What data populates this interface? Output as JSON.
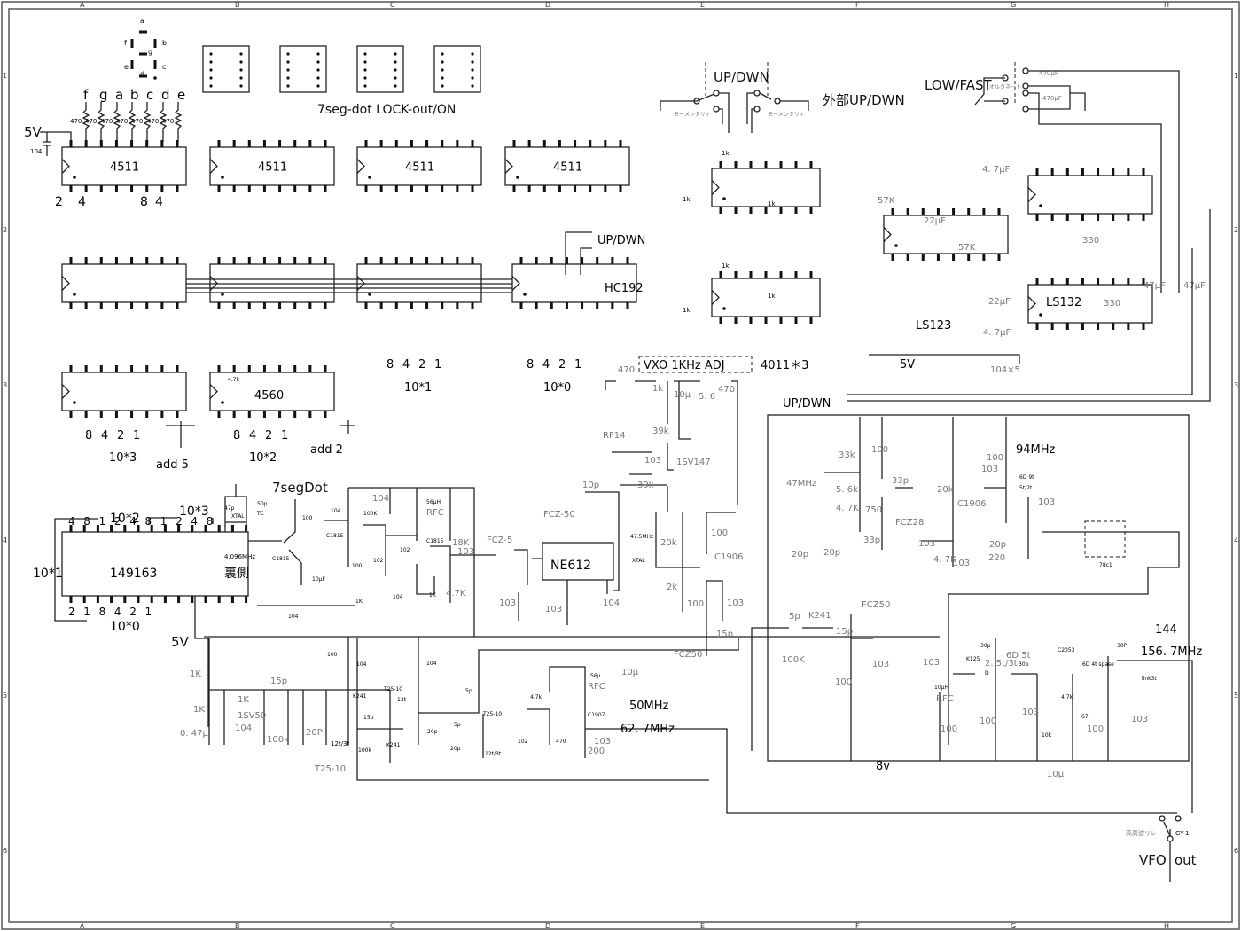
{
  "sheet": {
    "grid_columns": [
      "A",
      "B",
      "C",
      "D",
      "E",
      "F",
      "G",
      "H"
    ],
    "grid_rows": [
      "1",
      "2",
      "3",
      "4",
      "5",
      "6"
    ]
  },
  "seven_segment": {
    "segments": [
      "a",
      "b",
      "c",
      "d",
      "e",
      "f",
      "g"
    ],
    "pin_labels": [
      "f",
      "g",
      "a",
      "b",
      "c",
      "d",
      "e"
    ],
    "resistor_value": "470",
    "supply": "5V",
    "bypass_cap": "104",
    "lock_label": "7seg-dot LOCK-out/ON"
  },
  "decoders": {
    "chip": "4511",
    "count": 4,
    "bcd_pin_labels": [
      "2",
      "4",
      "8",
      "4"
    ]
  },
  "counters": {
    "bcd_labels": [
      "8",
      "4",
      "2",
      "1"
    ],
    "digits": [
      "10*3",
      "10*2",
      "10*1",
      "10*0"
    ],
    "adder_chip": "4560",
    "adder_resistor": "4.7k",
    "add_labels": [
      "add 5",
      "add 2"
    ],
    "counter_chip": "HC192",
    "updown_label": "UP/DWN"
  },
  "prescaler": {
    "chip": "149163",
    "back_side_label": "裏側",
    "top_pins": [
      "4",
      "8",
      "1",
      "2",
      "4",
      "8",
      "1",
      "2",
      "4",
      "8"
    ],
    "bottom_pins": [
      "2",
      "1",
      "8",
      "4",
      "2",
      "1"
    ],
    "groups": [
      "10*2",
      "10*3",
      "10*1",
      "10*0"
    ],
    "crystal": "XTAL",
    "crystal_freq": "4.096MHz",
    "cap_47p": "47p",
    "trimmer": "50p",
    "trimmer_type": "TC",
    "dot_driver": "7segDot",
    "dot_resistor": "100",
    "dot_transistor": "C1815",
    "dot_cap": "10μF",
    "coupling_cap": "104",
    "supply": "5V"
  },
  "control_logic": {
    "updown_switch_label": "UP/DWN",
    "momentary_label": "モーメンタリィ",
    "external_label": "外部UP/DWN",
    "lowfast_label": "LOW/FAST",
    "alternate_label": "オルタネート",
    "cap_470": "470μF",
    "resistor_1k": "1k",
    "resistor_57k": "57K",
    "cap_22": "22μF",
    "cap_47": "4. 7μF",
    "cap_47u": "47μF",
    "resistor_330": "330",
    "chip_ls123": "LS123",
    "chip_ls132": "LS132",
    "supply": "5V",
    "bypass": "104×5",
    "gate_chips": "4011＊3",
    "updown_bus": "UP/DWN"
  },
  "vxo_adjust": {
    "title": "VXO  1KHz  ADJ",
    "r470a": "470",
    "pot": "1k",
    "r470b": "470",
    "zener": "5. 6",
    "cap10u": "10μ",
    "r39k_a": "39k",
    "r39k_b": "39k",
    "inductor": "RF14",
    "cap103": "103",
    "varicap": "1SV147"
  },
  "mixer": {
    "chip": "NE612",
    "q1": "C1815",
    "q2": "C1815",
    "r100k": "100K",
    "r100": "100",
    "r1k": "1K",
    "r18k": "18K",
    "r47k": "4.7K",
    "c104": "104",
    "c102": "102",
    "c103": "103",
    "rfc": "56μH",
    "rfc_label": "RFC",
    "ifc5": "FCZ-5",
    "ifc50": "FCZ-50",
    "c10p": "10p"
  },
  "crystal_osc": {
    "crystal": "47.5MHz",
    "xtal_label": "XTAL",
    "r20k": "20k",
    "r2k": "2k",
    "r100a": "100",
    "r100b": "100",
    "transistor": "C1906",
    "c103": "103",
    "c15p": "15p",
    "transformer": "FCZ50"
  },
  "vfo_stage": {
    "supply": "5V",
    "r1k_a": "1K",
    "r1k_b": "1K",
    "r1k_c": "1K",
    "c047": "0. 47μ",
    "c104": "104",
    "varicap": "1SV50",
    "c15p": "15p",
    "r100k": "100k",
    "c20p": "20P",
    "coil": "12t/3t",
    "coil_core": "T25-10",
    "fet1": "K241",
    "fet2": "K241",
    "r100": "100",
    "c104b": "104",
    "coil2": "T25-10",
    "coil2_turns": "13t",
    "c20p_b": "20p",
    "c5p": "5p",
    "c20p_c": "20p",
    "coil3": "T25-10",
    "coil3_turns": "12t/3t",
    "c102": "102",
    "r47k": "4.7k",
    "r470": "470",
    "transistor": "C1907",
    "rfc": "56μ",
    "rfc_label": "RFC",
    "c10u": "10μ",
    "c103": "103",
    "r200": "200",
    "band1": "50MHz",
    "band2": "62. 7MHz"
  },
  "osc_94": {
    "crystal": "47MHz",
    "r33k": "33k",
    "r100": "100",
    "r56k": "5. 6k",
    "r47k": "4. 7K",
    "r750": "750",
    "c33p_a": "33p",
    "c33p_b": "33p",
    "c20p_a": "20p",
    "c20p_b": "20p",
    "transformer": "FCZ28",
    "c103": "103",
    "r20k": "20k",
    "transistor": "C1906",
    "r47k_b": "4. 7K",
    "r220": "220",
    "coil": "6D 9t",
    "coil_tap": "5t/2t",
    "c20p_c": "20p",
    "r100_b": "100",
    "c103_b": "103",
    "c103_c": "103",
    "band": "94MHz",
    "mixer": "78c1"
  },
  "output_stage": {
    "c5p": "5p",
    "fet": "K241",
    "r100k": "100K",
    "c15p": "15p",
    "transformer": "FCZ50",
    "c103": "103",
    "r100": "100",
    "supply": "8v",
    "c103_b": "103",
    "fet2": "K125",
    "drain_label": "D",
    "c30p": "30p",
    "coil": "2. 5t/3t",
    "coil2": "6D  5t",
    "c30p_b": "30p",
    "rfc": "10μH",
    "rfc_label": "RFC",
    "r100_b": "100",
    "r100_c": "100",
    "c103_c": "103",
    "r10k": "10k",
    "c10u": "10μ",
    "transistor": "C2053",
    "coil3": "6D 4t spase",
    "c30p_c": "30P",
    "link": "link3t",
    "r47k": "4.7k",
    "r67": "67",
    "r100_d": "100",
    "c103_d": "103",
    "band1": "144",
    "band2": "156. 7MHz",
    "relay": "高周波リレー",
    "relay_part": "GY-1",
    "output_label": "VFO",
    "output_label2": "out"
  }
}
